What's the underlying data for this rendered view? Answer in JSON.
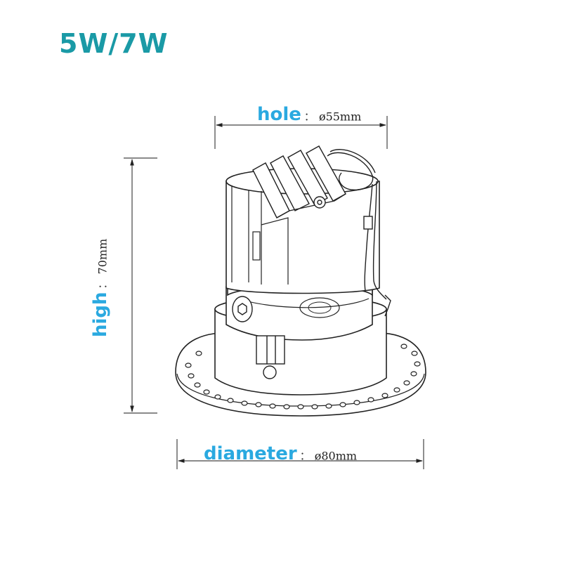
{
  "title": "5W/7W",
  "colors": {
    "accent_teal": "#1a9aa6",
    "accent_blue": "#2aa9e0",
    "line": "#222222"
  },
  "dimensions": {
    "hole": {
      "label": "hole",
      "separator": "：",
      "value": "ø55mm"
    },
    "high": {
      "label": "high",
      "separator": "：",
      "value": "70mm"
    },
    "diameter": {
      "label": "diameter",
      "separator": "：",
      "value": "ø80mm"
    }
  }
}
